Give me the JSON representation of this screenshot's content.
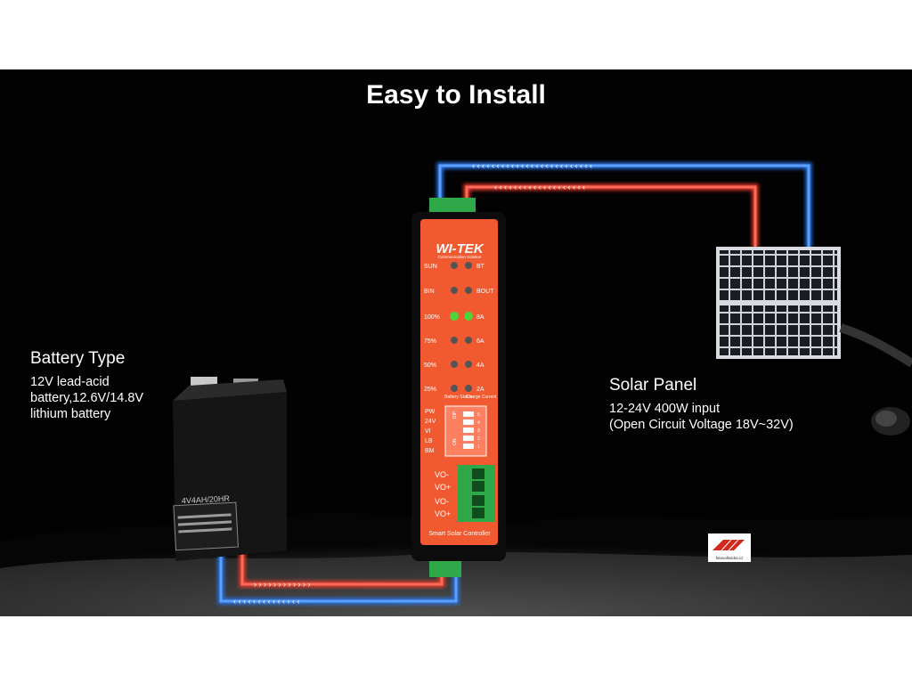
{
  "title": "Easy to Install",
  "battery": {
    "heading": "Battery Type",
    "line1": "12V lead-acid",
    "line2": "battery,12.6V/14.8V",
    "line3": "lithium battery",
    "model": "4V4AH/20HR"
  },
  "solar": {
    "heading": "Solar Panel",
    "line1": "12-24V 400W input",
    "line2": "(Open Circuit Voltage 18V~32V)"
  },
  "controller": {
    "brand": "WI-TEK",
    "tagline": "Communication Solution",
    "led_left": [
      "SUN",
      "BIN",
      "100%",
      "75%",
      "50%",
      "25%"
    ],
    "led_right": [
      "BT",
      "BOUT",
      "8A",
      "6A",
      "4A",
      "2A"
    ],
    "status_left": "Battery Status",
    "status_right": "Charge Current",
    "dip_labels": [
      "PW",
      "24V",
      "VI",
      "LB",
      "BM"
    ],
    "dip_title": "DIP",
    "dip_on": "ON",
    "dip_numbers": [
      "5",
      "4",
      "3",
      "2",
      "1"
    ],
    "terminals": [
      "VO-",
      "VO+",
      "VO-",
      "VO+"
    ],
    "product": "Smart Solar Controller"
  },
  "watermark": "fotovoltaicka.cz",
  "colors": {
    "positive_wire": "#e83a2c",
    "negative_wire": "#2a72e6",
    "controller": "#f15a30",
    "led_green": "#4ed33a"
  }
}
